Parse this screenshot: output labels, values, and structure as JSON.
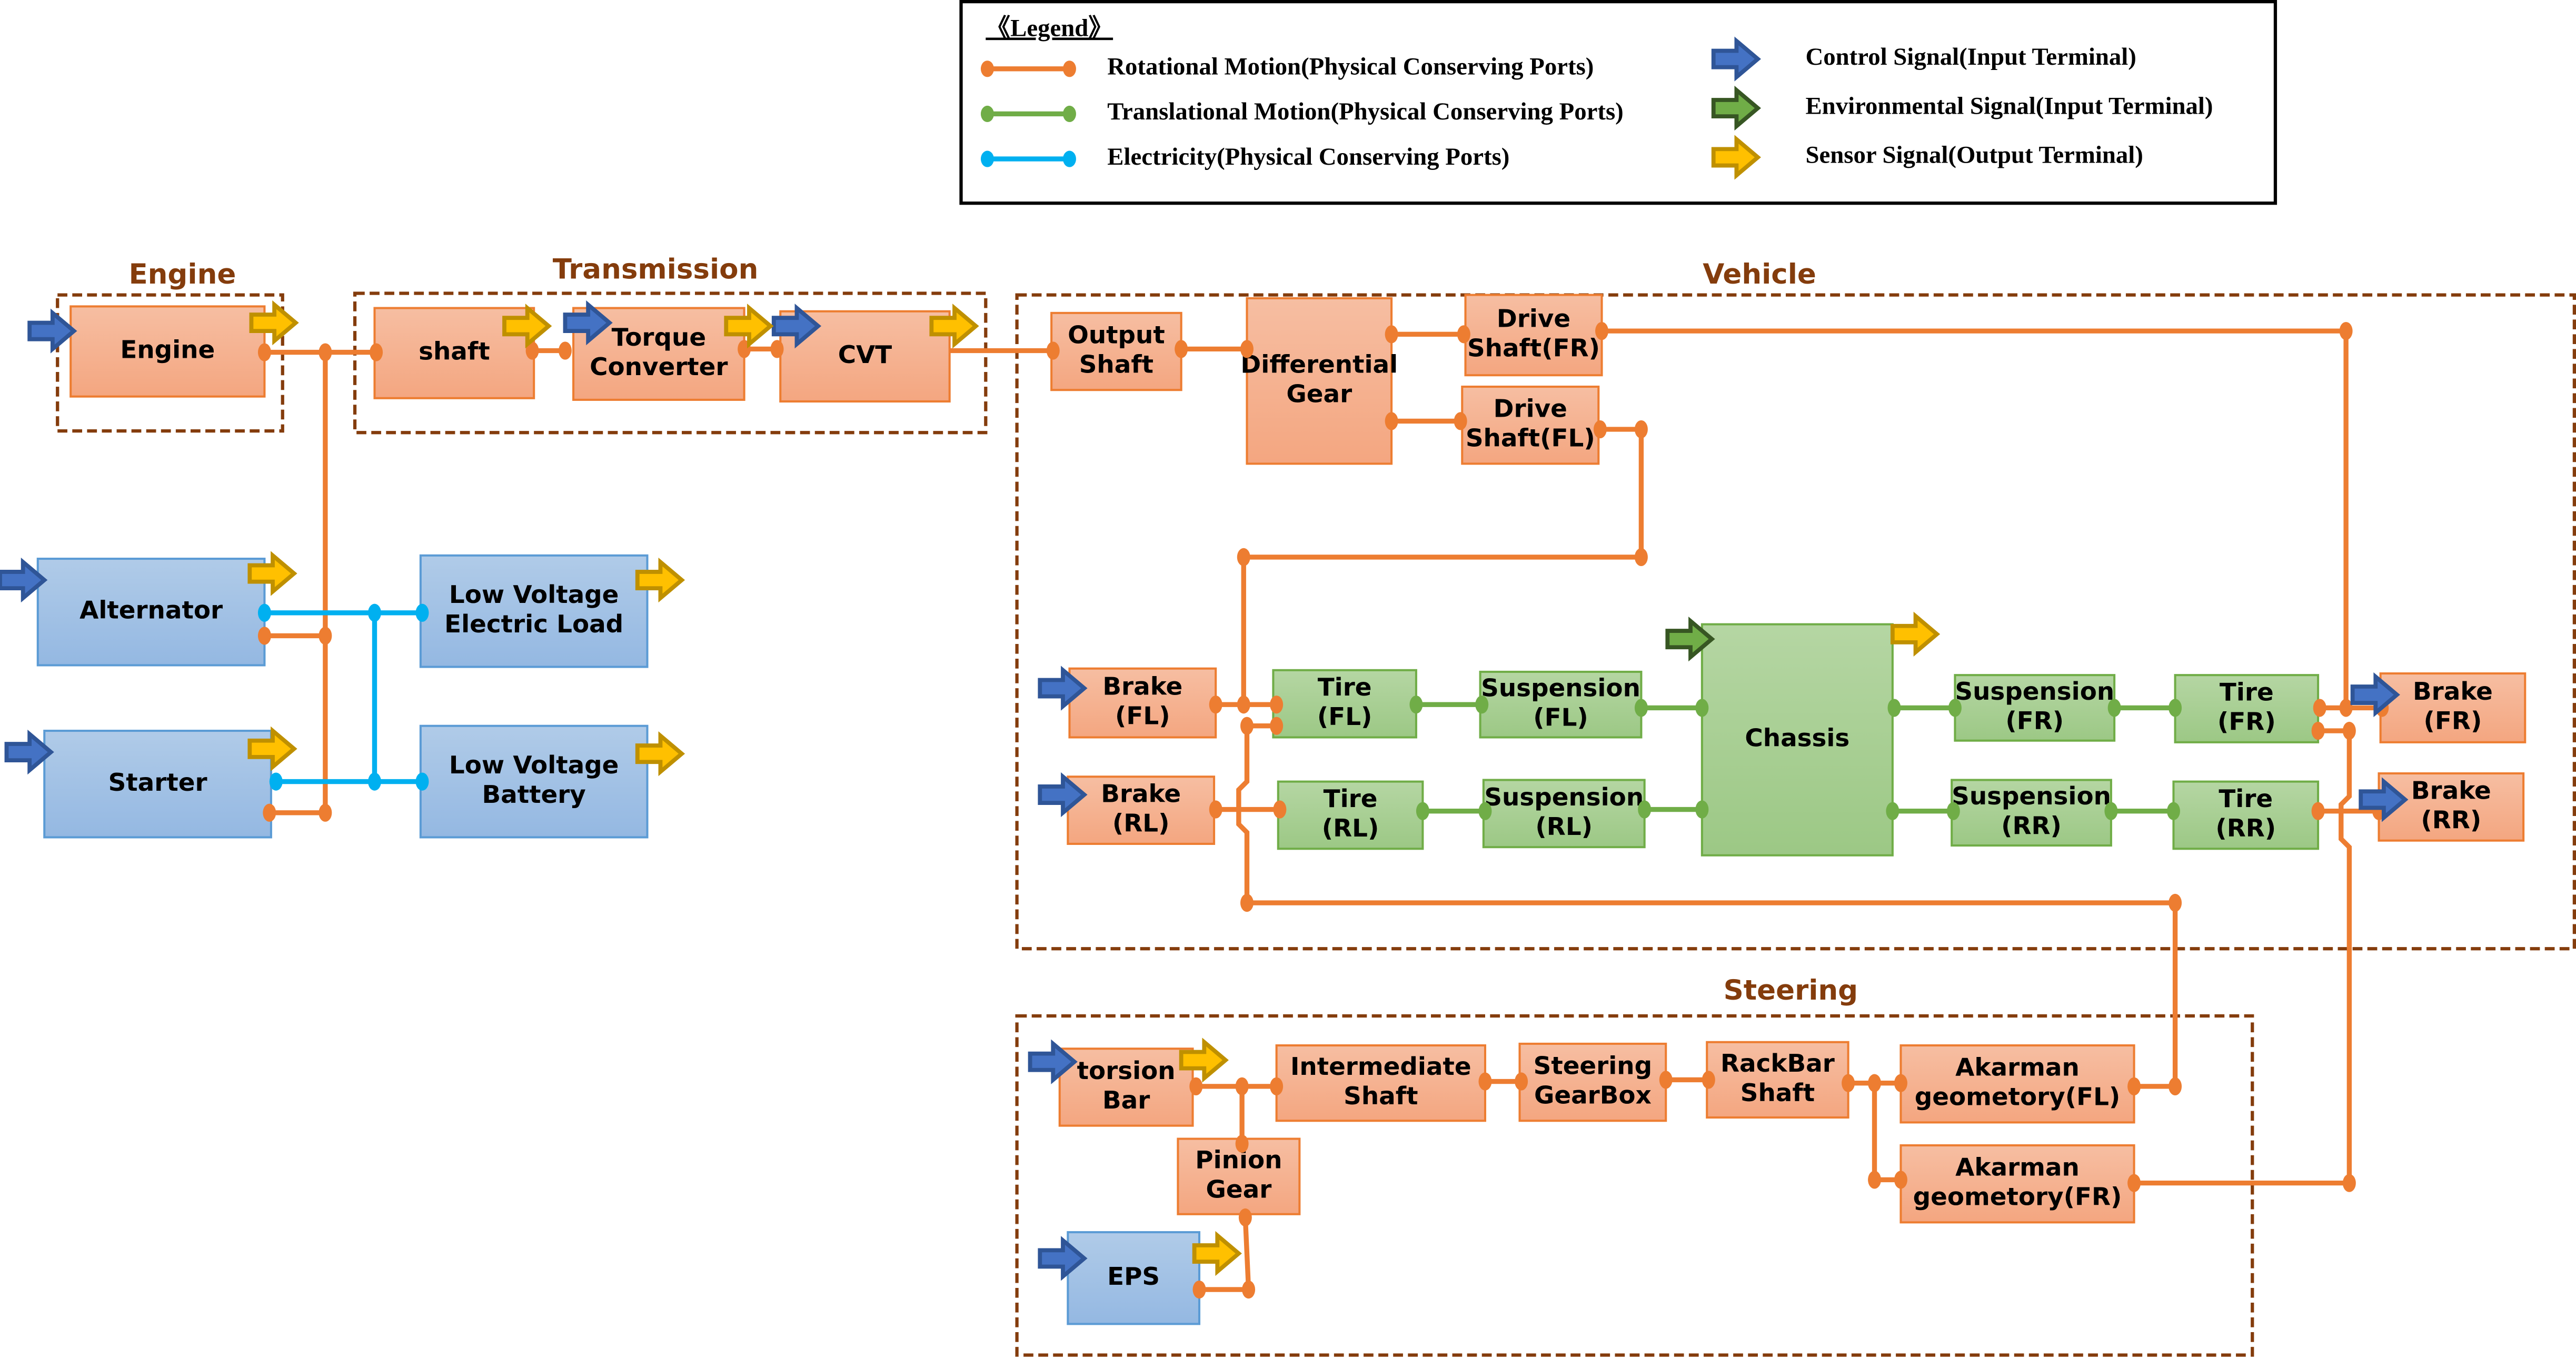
{
  "colors": {
    "rotational": "#ED7D31",
    "translational": "#70AD47",
    "electric": "#00B0F0",
    "group_border": "#843C0C",
    "control_arrow": "#4472C4",
    "control_arrow_border": "#2F5597",
    "env_arrow": "#70AD47",
    "env_arrow_border": "#375623",
    "sensor_arrow": "#FFC000",
    "sensor_arrow_border": "#BF9000",
    "orange_block": "#F4B183",
    "green_block": "#A9D18E",
    "blue_block": "#9DC3E6"
  },
  "legend": {
    "title": "《Legend》",
    "lines": [
      {
        "label": "Rotational Motion(Physical Conserving Ports)",
        "kind": "rotational"
      },
      {
        "label": "Translational Motion(Physical Conserving Ports)",
        "kind": "translational"
      },
      {
        "label": "Electricity(Physical Conserving Ports)",
        "kind": "electric"
      }
    ],
    "arrows": [
      {
        "label": "Control Signal(Input Terminal)",
        "kind": "control"
      },
      {
        "label": "Environmental Signal(Input Terminal)",
        "kind": "env"
      },
      {
        "label": "Sensor Signal(Output Terminal)",
        "kind": "sensor"
      }
    ]
  },
  "groups": {
    "engine": "Engine",
    "transmission": "Transmission",
    "vehicle": "Vehicle",
    "steering": "Steering"
  },
  "blocks": {
    "engine": [
      "Engine"
    ],
    "shaft": [
      "shaft"
    ],
    "torque_converter": [
      "Torque",
      "Converter"
    ],
    "cvt": [
      "CVT"
    ],
    "alternator": [
      "Alternator"
    ],
    "starter": [
      "Starter"
    ],
    "lv_load": [
      "Low Voltage",
      "Electric Load"
    ],
    "lv_battery": [
      "Low Voltage",
      "Battery"
    ],
    "output_shaft": [
      "Output",
      "Shaft"
    ],
    "differential": [
      "Differential",
      "Gear"
    ],
    "drive_fr": [
      "Drive",
      "Shaft(FR)"
    ],
    "drive_fl": [
      "Drive",
      "Shaft(FL)"
    ],
    "brake_fl": [
      "Brake",
      "(FL)"
    ],
    "brake_rl": [
      "Brake",
      "(RL)"
    ],
    "tire_fl": [
      "Tire",
      "(FL)"
    ],
    "tire_rl": [
      "Tire",
      "(RL)"
    ],
    "susp_fl": [
      "Suspension",
      "(FL)"
    ],
    "susp_rl": [
      "Suspension",
      "(RL)"
    ],
    "chassis": [
      "Chassis"
    ],
    "susp_fr": [
      "Suspension",
      "(FR)"
    ],
    "susp_rr": [
      "Suspension",
      "(RR)"
    ],
    "tire_fr": [
      "Tire",
      "(FR)"
    ],
    "tire_rr": [
      "Tire",
      "(RR)"
    ],
    "brake_fr": [
      "Brake",
      "(FR)"
    ],
    "brake_rr": [
      "Brake",
      "(RR)"
    ],
    "torsion_bar": [
      "torsion",
      "Bar"
    ],
    "intermediate_shaft": [
      "Intermediate",
      "Shaft"
    ],
    "steering_gearbox": [
      "Steering",
      "GearBox"
    ],
    "rackbar_shaft": [
      "RackBar",
      "Shaft"
    ],
    "akarman_fl": [
      "Akarman",
      "geometory(FL)"
    ],
    "akarman_fr": [
      "Akarman",
      "geometory(FR)"
    ],
    "pinion_gear": [
      "Pinion",
      "Gear"
    ],
    "eps": [
      "EPS"
    ]
  }
}
